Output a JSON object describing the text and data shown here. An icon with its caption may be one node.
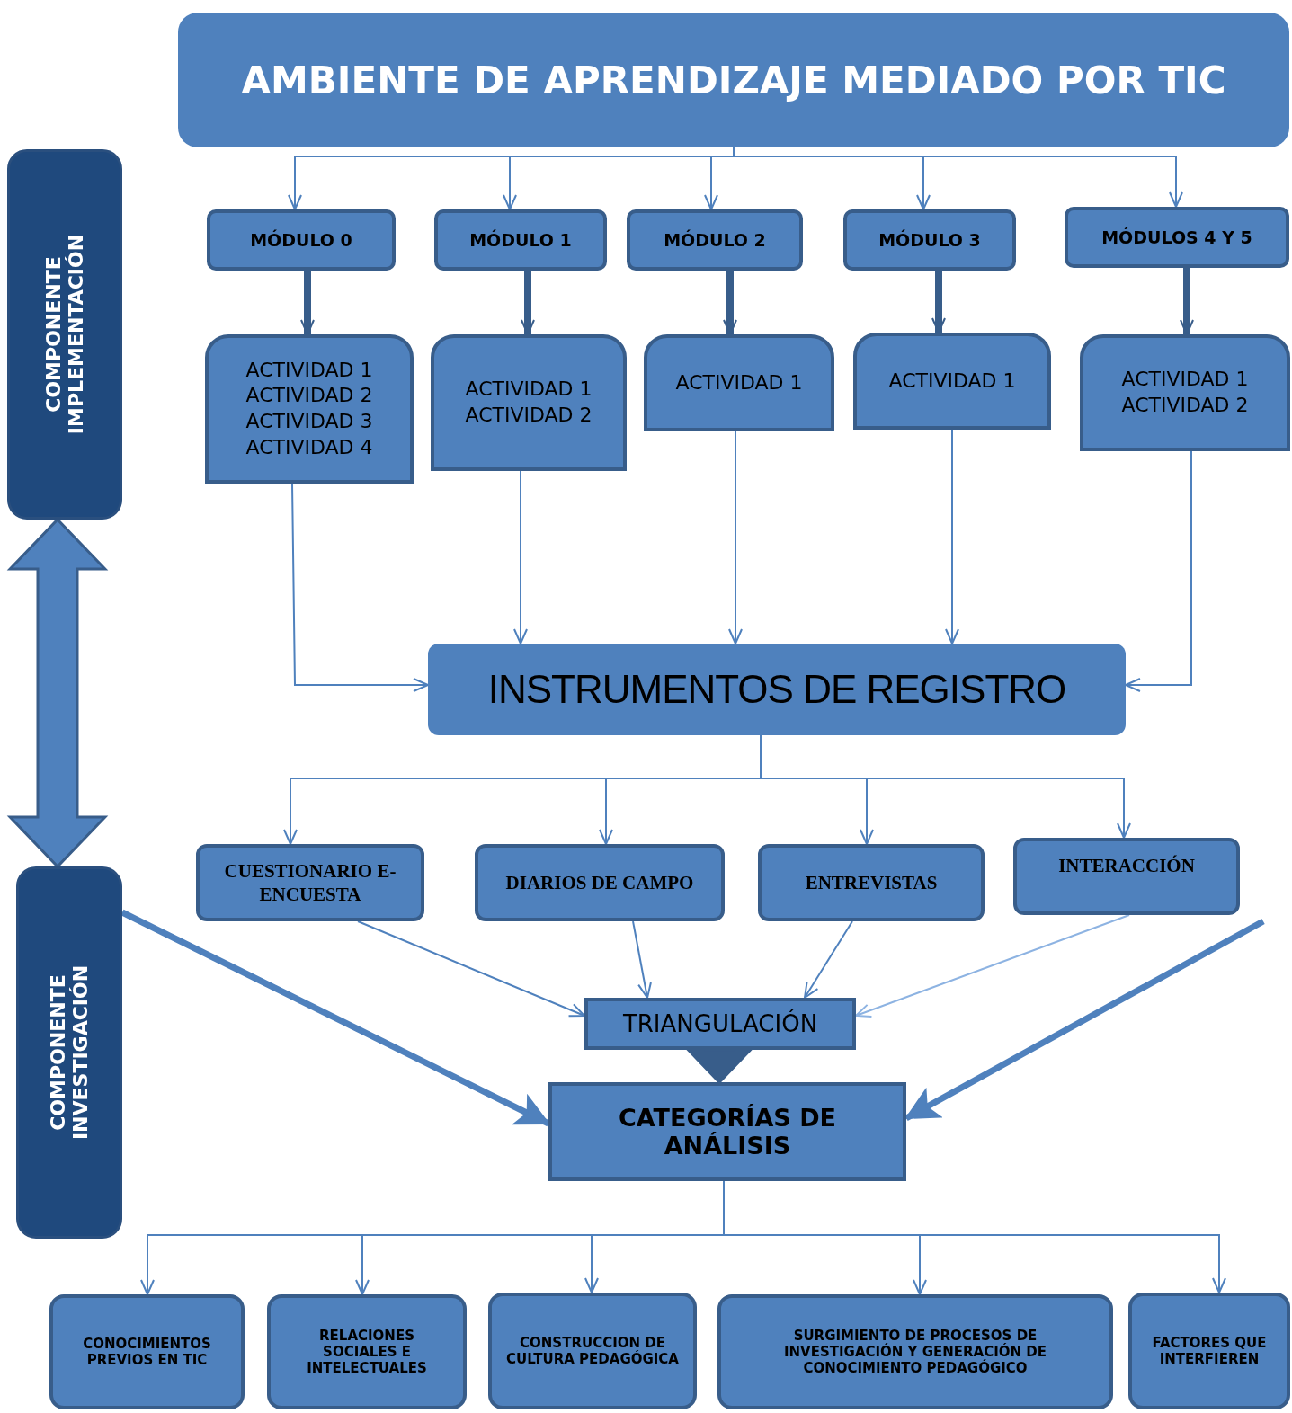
{
  "diagram": {
    "nodes": [
      {
        "text": [
          "AMBIENTE DE APRENDIZAJE MEDIADO POR TIC"
        ]
      },
      {
        "text": [
          "COMPONENTE IMPLEMENTACIÓN"
        ]
      },
      {
        "text": [
          "MÓDULO 0"
        ]
      },
      {
        "text": [
          "MÓDULO 1"
        ]
      },
      {
        "text": [
          "MÓDULO 2"
        ]
      },
      {
        "text": [
          "MÓDULO 3"
        ]
      },
      {
        "text": [
          "MÓDULOS 4 Y 5"
        ]
      },
      {
        "text": [
          "ACTIVIDAD 1",
          "ACTIVIDAD 2",
          "ACTIVIDAD 3",
          "ACTIVIDAD 4"
        ]
      },
      {
        "text": [
          "ACTIVIDAD 1",
          "ACTIVIDAD 2"
        ]
      },
      {
        "text": [
          "ACTIVIDAD 1"
        ]
      },
      {
        "text": [
          "ACTIVIDAD 1"
        ]
      },
      {
        "text": [
          "ACTIVIDAD 1",
          "ACTIVIDAD 2"
        ]
      },
      {
        "text": [
          "INSTRUMENTOS DE REGISTRO"
        ]
      },
      {
        "text": [
          "CUESTIONARIO E-ENCUESTA"
        ]
      },
      {
        "text": [
          "DIARIOS DE CAMPO"
        ]
      },
      {
        "text": [
          "ENTREVISTAS"
        ]
      },
      {
        "text": [
          "INTERACCIÓN"
        ]
      },
      {
        "text": [
          "COMPONENTE INVESTIGACIÓN"
        ]
      },
      {
        "text": [
          "TRIANGULACIÓN"
        ]
      },
      {
        "text": [
          "CATEGORÍAS DE ANÁLISIS"
        ]
      },
      {
        "text": [
          "CONOCIMIENTOS PREVIOS EN TIC"
        ]
      },
      {
        "text": [
          "RELACIONES SOCIALES E INTELECTUALES"
        ]
      },
      {
        "text": [
          "CONSTRUCCION DE CULTURA PEDAGÓGICA"
        ]
      },
      {
        "text": [
          "SURGIMIENTO DE PROCESOS DE INVESTIGACIÓN Y GENERACIÓN DE CONOCIMIENTO PEDAGÓGICO"
        ]
      },
      {
        "text": [
          "FACTORES QUE INTERFIEREN"
        ]
      }
    ],
    "edges": [
      {
        "from": 0,
        "to": 2,
        "arrow": "to"
      },
      {
        "from": 0,
        "to": 3,
        "arrow": "to"
      },
      {
        "from": 0,
        "to": 4,
        "arrow": "to"
      },
      {
        "from": 0,
        "to": 5,
        "arrow": "to"
      },
      {
        "from": 0,
        "to": 6,
        "arrow": "to"
      },
      {
        "from": 2,
        "to": 7,
        "arrow": "to",
        "style": "thick",
        "color": "#385d8a"
      },
      {
        "from": 3,
        "to": 8,
        "arrow": "to",
        "style": "thick",
        "color": "#385d8a"
      },
      {
        "from": 4,
        "to": 9,
        "arrow": "to",
        "style": "thick",
        "color": "#385d8a"
      },
      {
        "from": 5,
        "to": 10,
        "arrow": "to",
        "style": "thick",
        "color": "#385d8a"
      },
      {
        "from": 6,
        "to": 11,
        "arrow": "to",
        "style": "thick",
        "color": "#385d8a"
      },
      {
        "from": 7,
        "to": 12,
        "arrow": "to"
      },
      {
        "from": 8,
        "to": 12,
        "arrow": "to"
      },
      {
        "from": 9,
        "to": 12,
        "arrow": "to"
      },
      {
        "from": 10,
        "to": 12,
        "arrow": "to"
      },
      {
        "from": 11,
        "to": 12,
        "arrow": "to"
      },
      {
        "from": 12,
        "to": 13,
        "arrow": "to"
      },
      {
        "from": 12,
        "to": 14,
        "arrow": "to"
      },
      {
        "from": 12,
        "to": 15,
        "arrow": "to"
      },
      {
        "from": 12,
        "to": 16,
        "arrow": "to"
      },
      {
        "from": 13,
        "to": 18,
        "arrow": "to"
      },
      {
        "from": 14,
        "to": 18,
        "arrow": "to"
      },
      {
        "from": 15,
        "to": 18,
        "arrow": "to"
      },
      {
        "from": 16,
        "to": 18,
        "arrow": "to",
        "color": "#8db3e2"
      },
      {
        "from": 18,
        "to": 19,
        "arrow": "to",
        "style": "thick",
        "color": "#385d8a"
      },
      {
        "from": 17,
        "to": 19,
        "arrow": "to",
        "style": "thick"
      },
      {
        "from": null,
        "to": 19,
        "arrow": "to",
        "style": "thick"
      },
      {
        "from": 19,
        "to": 20,
        "arrow": "to"
      },
      {
        "from": 19,
        "to": 21,
        "arrow": "to"
      },
      {
        "from": 19,
        "to": 22,
        "arrow": "to"
      },
      {
        "from": 19,
        "to": 23,
        "arrow": "to"
      },
      {
        "from": 19,
        "to": 24,
        "arrow": "to"
      },
      {
        "from": 1,
        "to": 17,
        "arrow": "both",
        "style": "thick"
      }
    ]
  }
}
